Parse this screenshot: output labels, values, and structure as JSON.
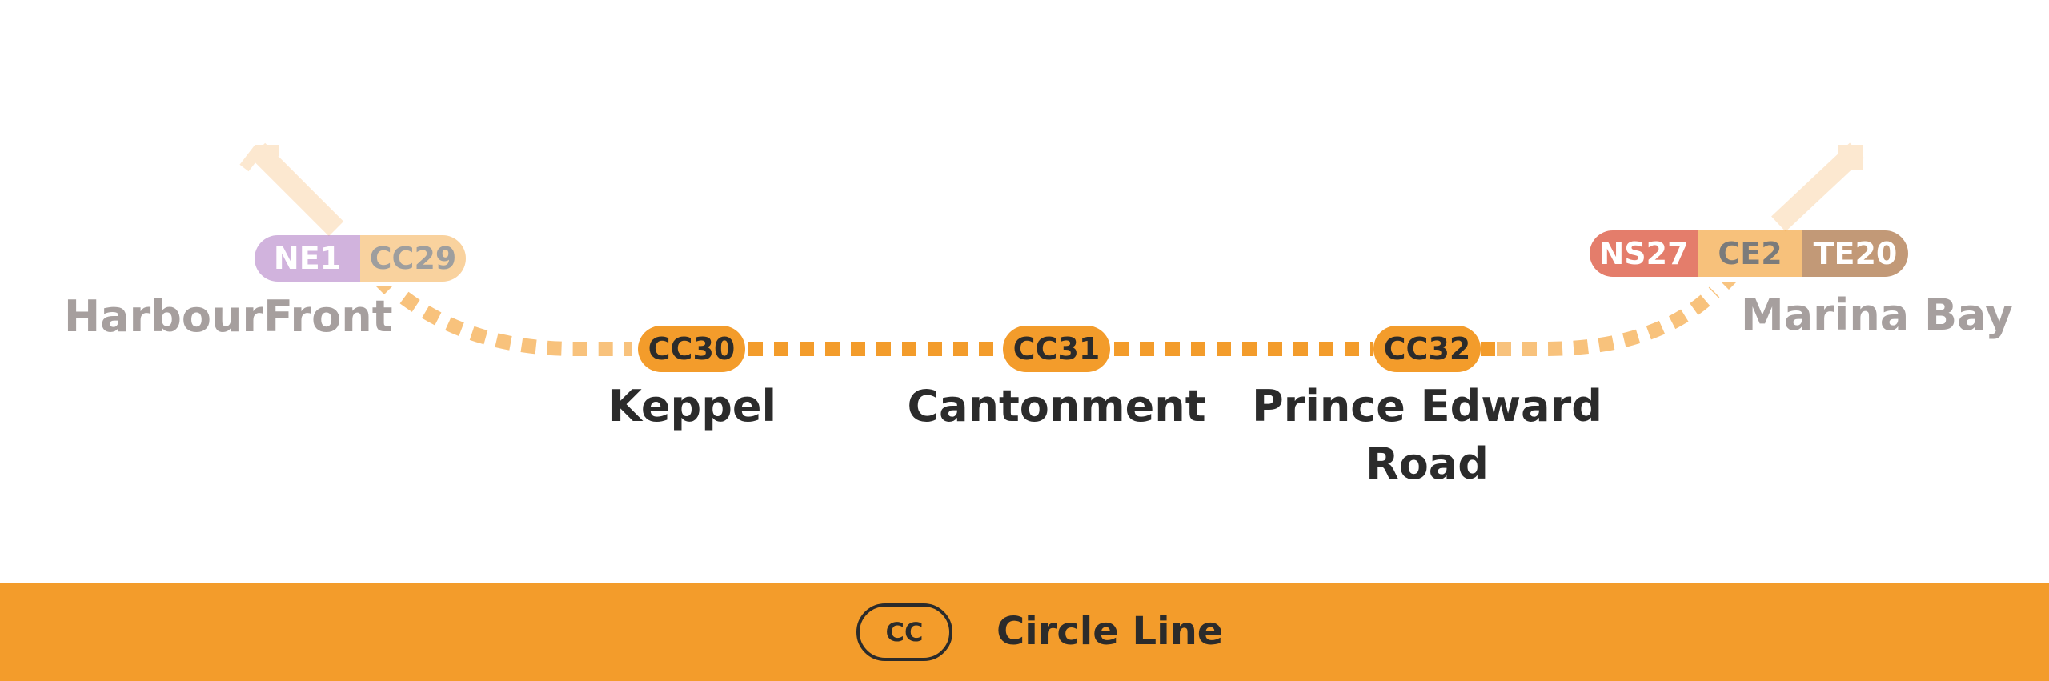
{
  "line_color": "#f39c2b",
  "stations": [
    {
      "code": "CC30",
      "name": "Keppel"
    },
    {
      "code": "CC31",
      "name": "Cantonment"
    },
    {
      "code": "CC32",
      "name_line1": "Prince Edward",
      "name_line2": "Road"
    }
  ],
  "harbourfront": {
    "name": "HarbourFront",
    "codes": [
      {
        "code": "NE1",
        "color": "#9b59b6"
      },
      {
        "code": "CC29",
        "color": "#f39c2b"
      }
    ]
  },
  "marina_bay": {
    "name": "Marina Bay",
    "codes": [
      {
        "code": "NS27",
        "color": "#d42e12"
      },
      {
        "code": "CE2",
        "color": "#f39c2b"
      },
      {
        "code": "TE20",
        "color": "#9d5b25"
      }
    ]
  },
  "legend": {
    "badge": "CC",
    "label": "Circle Line"
  }
}
